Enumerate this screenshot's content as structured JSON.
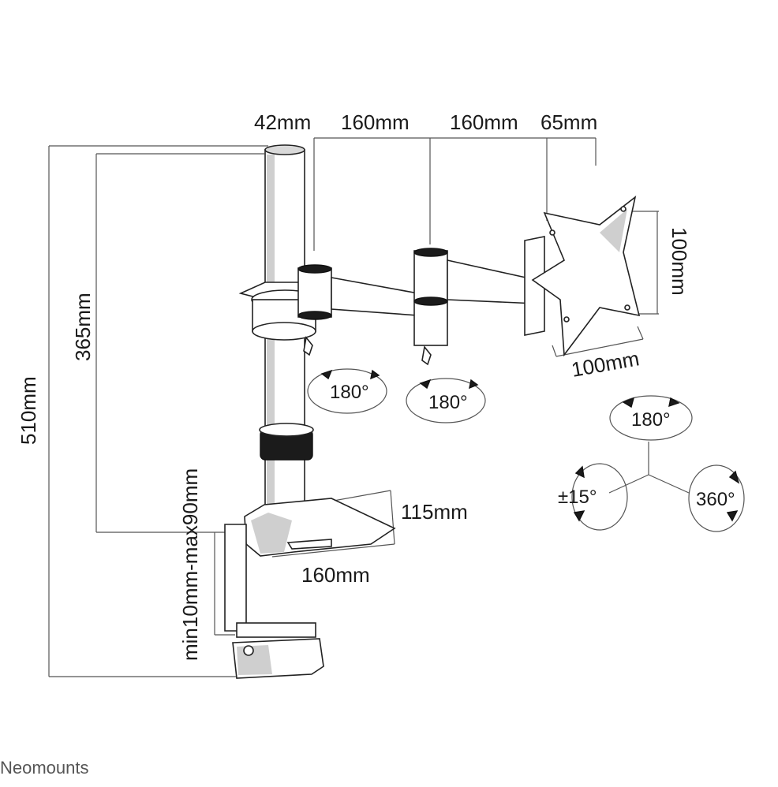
{
  "dimensions": {
    "pole_width": "42mm",
    "arm_segment_1": "160mm",
    "arm_segment_2": "160mm",
    "tilt_head": "65mm",
    "vesa_vertical": "100mm",
    "vesa_horizontal": "100mm",
    "total_height": "510mm",
    "arm_height": "365mm",
    "clamp_range": "min10mm-max90mm",
    "base_width": "115mm",
    "base_depth": "160mm"
  },
  "angles": {
    "joint_1": "180°",
    "joint_2": "180°",
    "tilt": "180°",
    "pitch": "±15°",
    "rotation": "360°"
  },
  "brand": "Neomounts",
  "colors": {
    "line": "#555555",
    "text": "#1a1a1a",
    "brand": "#555555"
  }
}
